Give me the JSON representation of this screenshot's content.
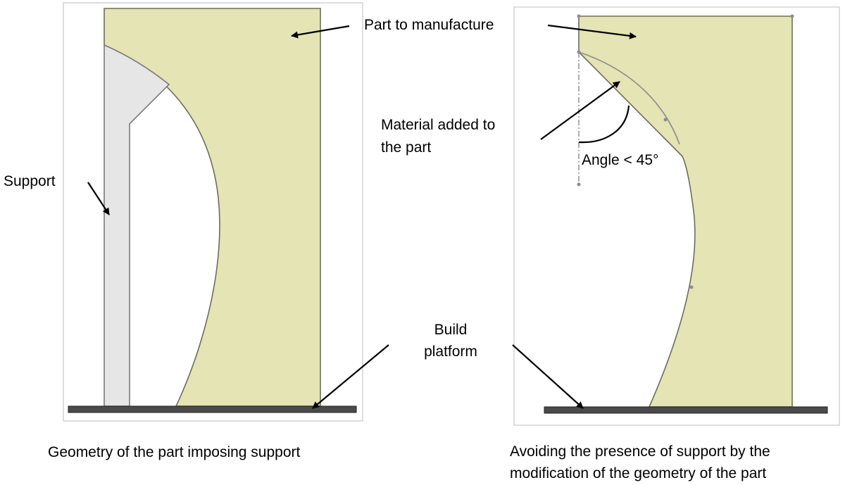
{
  "colors": {
    "part_fill": "#e4e4b4",
    "support_fill": "#e6e6e6",
    "platform_fill": "#4a4a4a",
    "outline": "#6e6e5a",
    "frame": "#c8c8c8",
    "arrow": "#000000"
  },
  "labels": {
    "part_to_manufacture": "Part to manufacture",
    "support": "Support",
    "build_platform_line1": "Build",
    "build_platform_line2": "platform",
    "material_added_line1": "Material added to",
    "material_added_line2": "the part",
    "angle": "Angle < 45°"
  },
  "captions": {
    "left": "Geometry of the part imposing support",
    "right_line1": "Avoiding the presence of support by the",
    "right_line2": "modification of the geometry of the part"
  }
}
